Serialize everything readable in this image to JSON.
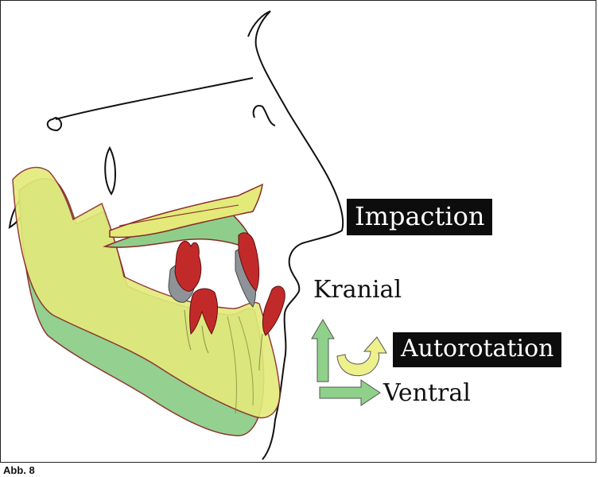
{
  "labels": {
    "impaction": "Impaction",
    "kranial": "Kranial",
    "autorotation": "Autorotation",
    "ventral": "Ventral"
  },
  "caption": "Abb. 8",
  "colors": {
    "mandible_yellow": "#e3ea7a",
    "mandible_green": "#8fce8a",
    "tooth_red": "#c22a2a",
    "tooth_gray": "#8e9397",
    "arrow_green": "#8fd08a",
    "arrow_yellow": "#eef08c",
    "outline": "#111111",
    "outline_red": "#8a2a2a",
    "label_bg": "#0d0d0d",
    "label_fg": "#ffffff"
  }
}
